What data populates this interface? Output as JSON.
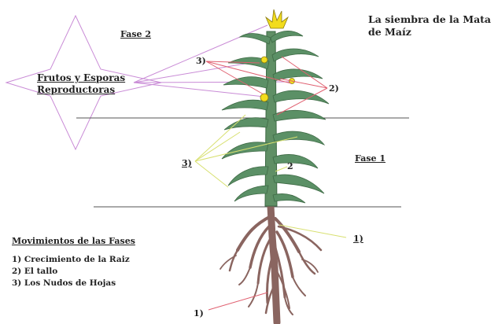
{
  "title": "La siembra de la Mata de Maíz",
  "phase2_label": "Fase 2",
  "phase1_label": "Fase 1",
  "fruits_label_line1": "Frutos y Esporas",
  "fruits_label_line2": "Reproductoras",
  "callouts": {
    "nodes_upper": "3)",
    "stem_upper": "2)",
    "nodes_lower": "3)",
    "stem_lower": "2",
    "root_right": "1)",
    "root_bottom": "1)"
  },
  "movements": {
    "title": "Movimientos de las Fases",
    "items": [
      "1) Crecimiento de la Raiz",
      "2) El tallo",
      "3) Los Nudos de Hojas"
    ]
  },
  "colors": {
    "stem": "#5f8f65",
    "leaf": "#5b9066",
    "root": "#8a6560",
    "flower": "#f2dc1c",
    "pointer_red": "#e06070",
    "pointer_yellow": "#d8e070",
    "star_outline": "#c98bd6"
  }
}
